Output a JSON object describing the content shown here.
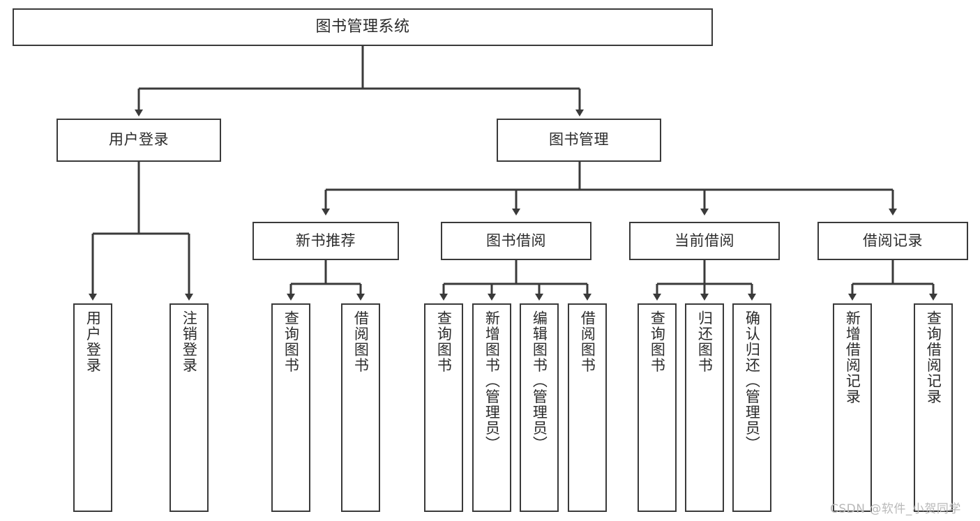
{
  "diagram": {
    "title": "图书管理系统",
    "watermark": "CSDN @软件_小贺同学",
    "line_color": "#3a3a3a",
    "text_color": "#2b2b2b",
    "background": "#ffffff",
    "root": {
      "label": "图书管理系统"
    },
    "level2": [
      {
        "label": "用户登录"
      },
      {
        "label": "图书管理"
      }
    ],
    "level3": [
      {
        "label": "新书推荐"
      },
      {
        "label": "图书借阅"
      },
      {
        "label": "当前借阅"
      },
      {
        "label": "借阅记录"
      }
    ],
    "leaves": {
      "user_login": [
        {
          "label": "用户登录"
        },
        {
          "label": "注销登录"
        }
      ],
      "new_book_recommend": [
        {
          "label": "查询图书"
        },
        {
          "label": "借阅图书"
        }
      ],
      "book_borrow": [
        {
          "label": "查询图书"
        },
        {
          "label": "新增图书（管理员）"
        },
        {
          "label": "编辑图书（管理员）"
        },
        {
          "label": "借阅图书"
        }
      ],
      "current_borrow": [
        {
          "label": "查询图书"
        },
        {
          "label": "归还图书"
        },
        {
          "label": "确认归还（管理员）"
        }
      ],
      "borrow_record": [
        {
          "label": "新增借阅记录"
        },
        {
          "label": "查询借阅记录"
        }
      ]
    }
  }
}
